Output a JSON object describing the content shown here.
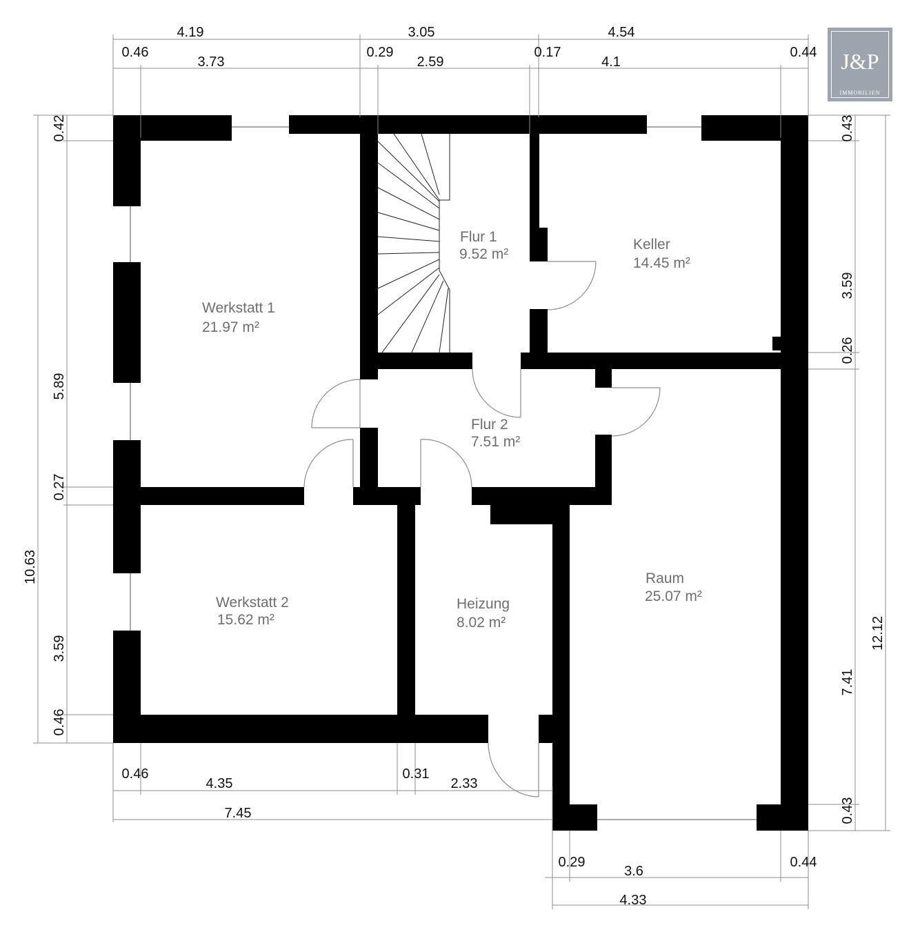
{
  "logo": {
    "mark": "J&P",
    "sub": "IMMOBILIEN"
  },
  "rooms": {
    "werkstatt1": {
      "name": "Werkstatt 1",
      "area": "21.97 m²"
    },
    "werkstatt2": {
      "name": "Werkstatt 2",
      "area": "15.62 m²"
    },
    "flur1": {
      "name": "Flur 1",
      "area": "9.52 m²"
    },
    "flur2": {
      "name": "Flur 2",
      "area": "7.51 m²"
    },
    "keller": {
      "name": "Keller",
      "area": "14.45 m²"
    },
    "heizung": {
      "name": "Heizung",
      "area": "8.02 m²"
    },
    "raum": {
      "name": "Raum",
      "area": "25.07 m²"
    }
  },
  "dims": {
    "top_outer": [
      "4.19",
      "3.05",
      "4.54"
    ],
    "top_inner": [
      "0.46",
      "3.73",
      "0.29",
      "2.59",
      "0.17",
      "4.1",
      "0.44"
    ],
    "left_total": "10.63",
    "left_parts": [
      "0.42",
      "5.89",
      "0.27",
      "3.59",
      "0.46"
    ],
    "right_total": "12.12",
    "right_parts": [
      "0.43",
      "3.59",
      "0.26",
      "7.41",
      "0.43"
    ],
    "bottom_inner": [
      "0.46",
      "4.35",
      "0.31",
      "2.33"
    ],
    "bottom_total": "7.45",
    "raum_bottom_inner": [
      "0.29",
      "3.6",
      "0.44"
    ],
    "raum_bottom_total": "4.33"
  }
}
